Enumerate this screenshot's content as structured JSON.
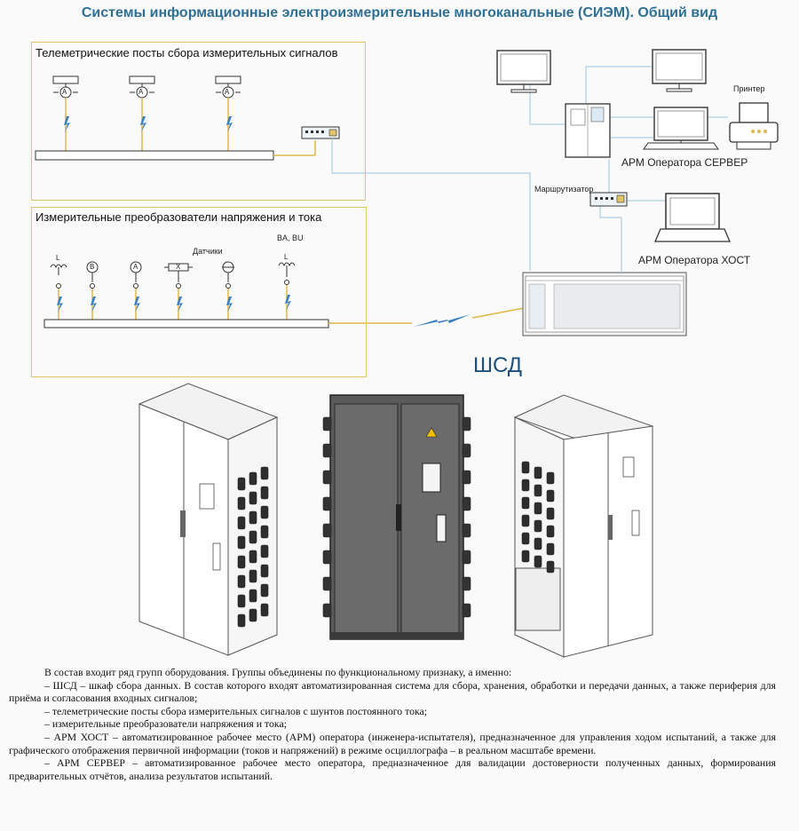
{
  "title": "Системы информационные электроизмерительные многоканальные (СИЭМ). Общий вид",
  "diagram": {
    "telemetry_box_title": "Телеметрические посты сбора измерительных сигналов",
    "converters_box_title": "Измерительные преобразователи напряжения и тока",
    "sensors_label": "Датчики",
    "ba_bu_label": "BA, BU",
    "sensor_symbols": [
      "L",
      "B",
      "A",
      "X",
      "",
      "L"
    ],
    "meter_symbol": "A",
    "router_label": "Маршрутизатор",
    "printer_label": "Принтер",
    "server_label": "АРМ Оператора СЕРВЕР",
    "host_label": "АРМ Оператора ХОСТ",
    "shsd_label": "ШСД"
  },
  "description": [
    "В состав входит ряд групп оборудования. Группы объединены по функциональному признаку, а именно:",
    "– ШСД – шкаф сбора данных. В состав которого входят автоматизированная система для сбора, хранения, обработки и передачи данных, а также периферия для приёма и согласования входных сигналов;",
    "– телеметрические посты сбора измерительных сигналов с шунтов постоянного тока;",
    "– измерительные преобразователи напряжения и тока;",
    "– АРМ ХОСТ – автоматизированное рабочее место (АРМ) оператора (инженера-испытателя), предназначенное для управления ходом испытаний, а также для графического отображения первичной информации (токов и напряжений) в режиме осциллографа – в реальном масштабе времени.",
    "– АРМ СЕРВЕР – автоматизированное рабочее место оператора, предназначенное для валидации достоверности полученных данных, формирования предварительных отчётов, анализа результатов испытаний."
  ],
  "colors": {
    "title": "#2e6f96",
    "box_border": "#e0c46a",
    "bus_line": "#e0b84a",
    "link_line": "#9ec3d8",
    "lightning": "#3a7fc0"
  }
}
